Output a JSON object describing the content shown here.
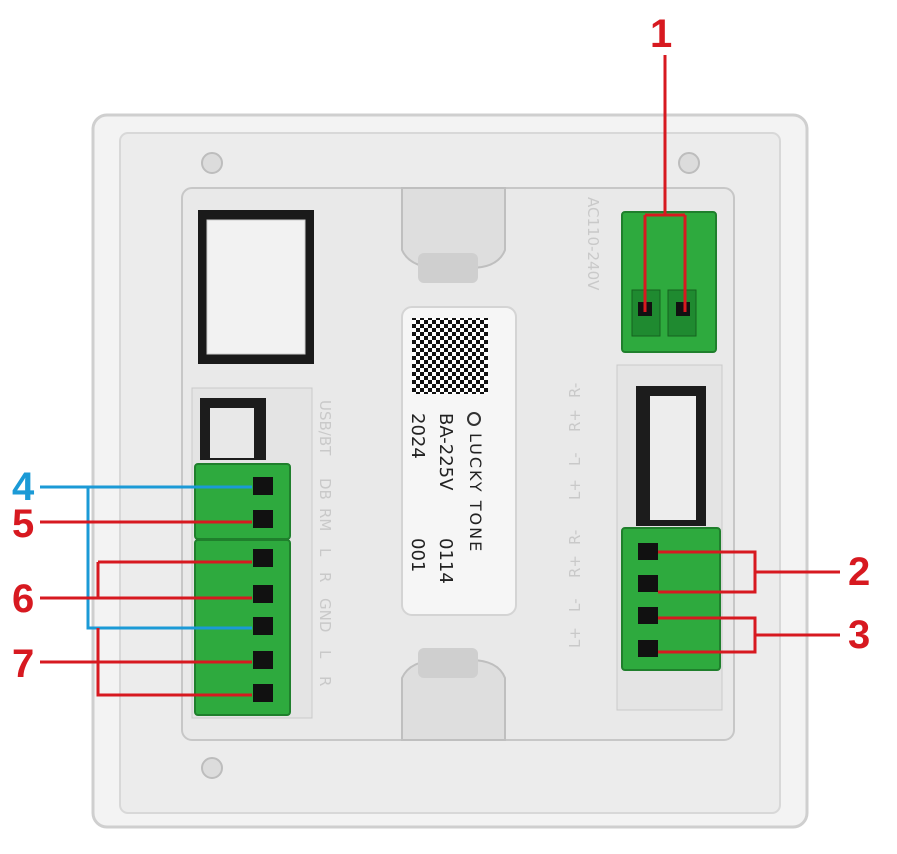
{
  "label": {
    "brand": "LUCKY TONE",
    "model": "BA-225V",
    "code": "0114",
    "year": "2024",
    "batch": "001"
  },
  "embossed": {
    "power": "AC110-240V",
    "left_block": [
      "USB/BT",
      "DB",
      "RM",
      "L",
      "R",
      "GND",
      "L",
      "R"
    ],
    "right_block": [
      "L+",
      "L-",
      "R+",
      "R-",
      "L+",
      "L-",
      "R+",
      "R-"
    ]
  },
  "callouts": [
    "1",
    "2",
    "3",
    "4",
    "5",
    "6",
    "7"
  ],
  "colors": {
    "callout_red": "#d71920",
    "callout_blue": "#1b9ad6",
    "terminal_green": "#2eaa3e",
    "housing": "#e9e9e9"
  }
}
